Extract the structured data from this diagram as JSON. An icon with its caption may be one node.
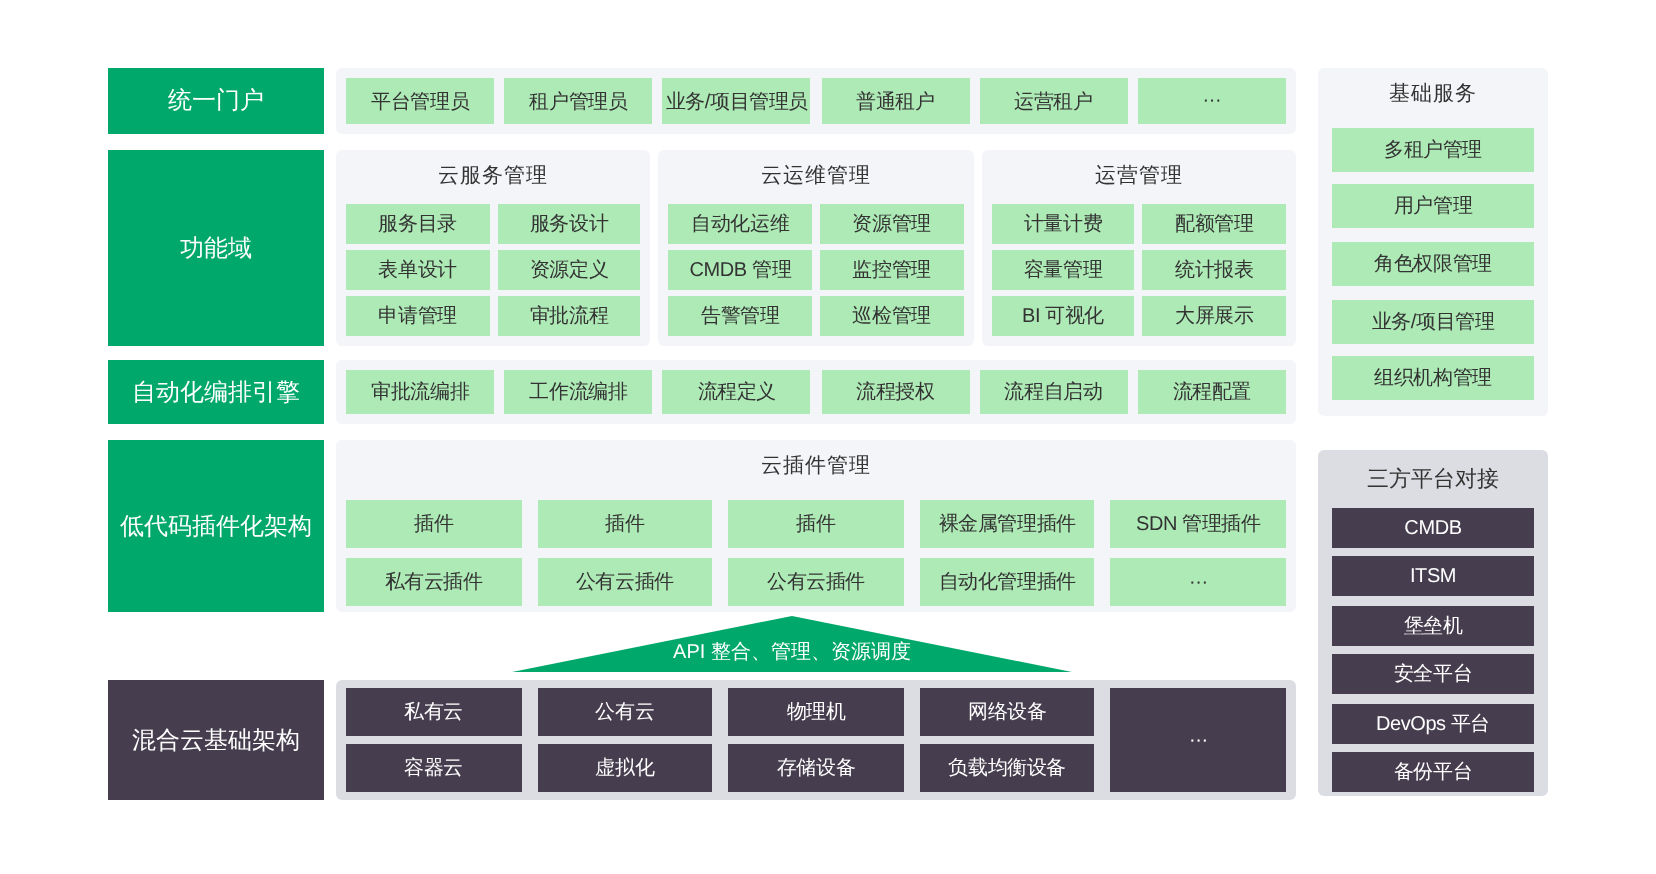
{
  "diagram": {
    "nodes": [
      {
        "text": [
          "统一门户"
        ]
      },
      {
        "text": [],
        "shape": "box"
      },
      {
        "text": [
          "平台管理员"
        ],
        "in": 1
      },
      {
        "text": [
          "租户管理员"
        ],
        "in": 1
      },
      {
        "text": [
          "业务/项目管理员"
        ],
        "in": 1
      },
      {
        "text": [
          "普通租户"
        ],
        "in": 1
      },
      {
        "text": [
          "运营租户"
        ],
        "in": 1
      },
      {
        "text": [
          "···"
        ],
        "in": 1
      },
      {
        "text": [
          "功能域"
        ]
      },
      {
        "text": [
          "云服务管理"
        ]
      },
      {
        "text": [
          "服务目录"
        ],
        "in": 9
      },
      {
        "text": [
          "服务设计"
        ],
        "in": 9
      },
      {
        "text": [
          "表单设计"
        ],
        "in": 9
      },
      {
        "text": [
          "资源定义"
        ],
        "in": 9
      },
      {
        "text": [
          "申请管理"
        ],
        "in": 9
      },
      {
        "text": [
          "审批流程"
        ],
        "in": 9
      },
      {
        "text": [
          "云运维管理"
        ]
      },
      {
        "text": [
          "自动化运维"
        ],
        "in": 16
      },
      {
        "text": [
          "资源管理"
        ],
        "in": 16
      },
      {
        "text": [
          "CMDB 管理"
        ],
        "in": 16
      },
      {
        "text": [
          "监控管理"
        ],
        "in": 16
      },
      {
        "text": [
          "告警管理"
        ],
        "in": 16
      },
      {
        "text": [
          "巡检管理"
        ],
        "in": 16
      },
      {
        "text": [
          "运营管理"
        ]
      },
      {
        "text": [
          "计量计费"
        ],
        "in": 23
      },
      {
        "text": [
          "配额管理"
        ],
        "in": 23
      },
      {
        "text": [
          "容量管理"
        ],
        "in": 23
      },
      {
        "text": [
          "统计报表"
        ],
        "in": 23
      },
      {
        "text": [
          "BI 可视化"
        ],
        "in": 23
      },
      {
        "text": [
          "大屏展示"
        ],
        "in": 23
      },
      {
        "text": [
          "自动化编排引擎"
        ]
      },
      {
        "text": [],
        "shape": "box"
      },
      {
        "text": [
          "审批流编排"
        ],
        "in": 31
      },
      {
        "text": [
          "工作流编排"
        ],
        "in": 31
      },
      {
        "text": [
          "流程定义"
        ],
        "in": 31
      },
      {
        "text": [
          "流程授权"
        ],
        "in": 31
      },
      {
        "text": [
          "流程自启动"
        ],
        "in": 31
      },
      {
        "text": [
          "流程配置"
        ],
        "in": 31
      },
      {
        "text": [
          "低代码插件化架构"
        ]
      },
      {
        "text": [
          "云插件管理"
        ]
      },
      {
        "text": [
          "插件"
        ],
        "in": 39
      },
      {
        "text": [
          "插件"
        ],
        "in": 39
      },
      {
        "text": [
          "插件"
        ],
        "in": 39
      },
      {
        "text": [
          "裸金属管理插件"
        ],
        "in": 39
      },
      {
        "text": [
          "SDN 管理插件"
        ],
        "in": 39
      },
      {
        "text": [
          "私有云插件"
        ],
        "in": 39
      },
      {
        "text": [
          "公有云插件"
        ],
        "in": 39
      },
      {
        "text": [
          "公有云插件"
        ],
        "in": 39
      },
      {
        "text": [
          "自动化管理插件"
        ],
        "in": 39
      },
      {
        "text": [
          "···"
        ],
        "in": 39
      },
      {
        "text": [
          "API 整合、管理、资源调度"
        ]
      },
      {
        "text": [
          "混合云基础架构"
        ]
      },
      {
        "text": [],
        "shape": "box"
      },
      {
        "text": [
          "私有云"
        ],
        "in": 52
      },
      {
        "text": [
          "公有云"
        ],
        "in": 52
      },
      {
        "text": [
          "物理机"
        ],
        "in": 52
      },
      {
        "text": [
          "网络设备"
        ],
        "in": 52
      },
      {
        "text": [
          "···"
        ],
        "in": 52
      },
      {
        "text": [
          "容器云"
        ],
        "in": 52
      },
      {
        "text": [
          "虚拟化"
        ],
        "in": 52
      },
      {
        "text": [
          "存储设备"
        ],
        "in": 52
      },
      {
        "text": [
          "负载均衡设备"
        ],
        "in": 52
      },
      {
        "text": [
          "基础服务"
        ]
      },
      {
        "text": [
          "多租户管理"
        ],
        "in": 62
      },
      {
        "text": [
          "用户管理"
        ],
        "in": 62
      },
      {
        "text": [
          "角色权限管理"
        ],
        "in": 62
      },
      {
        "text": [
          "业务/项目管理"
        ],
        "in": 62
      },
      {
        "text": [
          "组织机构管理"
        ],
        "in": 62
      },
      {
        "text": [
          "三方平台对接"
        ]
      },
      {
        "text": [
          "CMDB"
        ],
        "in": 68
      },
      {
        "text": [
          "ITSM"
        ],
        "in": 68
      },
      {
        "text": [
          "堡垒机"
        ],
        "in": 68
      },
      {
        "text": [
          "安全平台"
        ],
        "in": 68
      },
      {
        "text": [
          "DevOps 平台"
        ],
        "in": 68
      },
      {
        "text": [
          "备份平台"
        ],
        "in": 68
      }
    ]
  }
}
